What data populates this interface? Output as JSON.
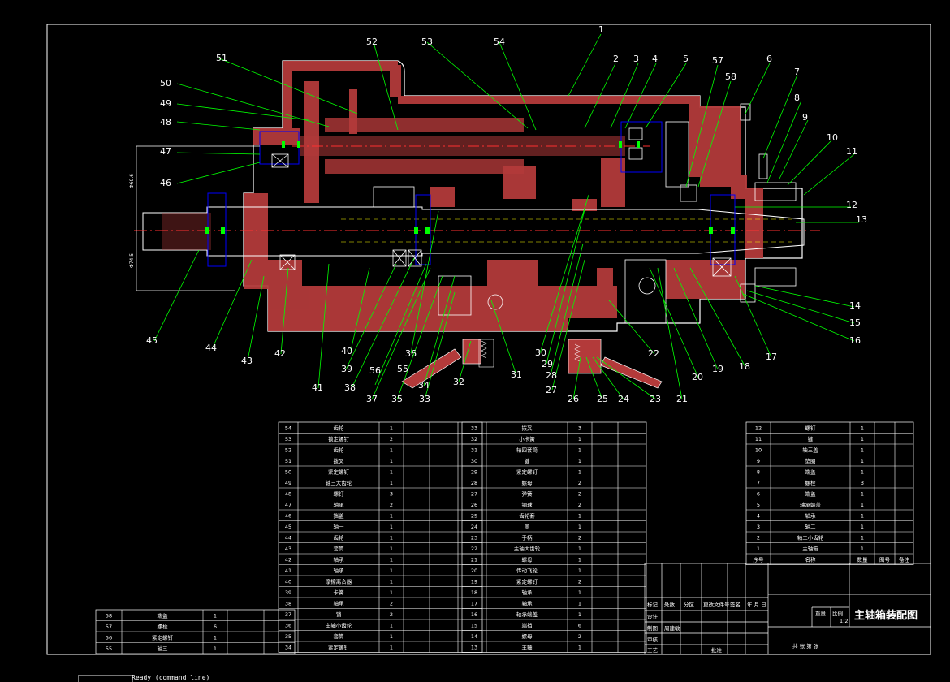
{
  "title": "主轴箱装配图",
  "scale": "1:2",
  "dims": {
    "upper": "Φ60.6",
    "lower": "Φ74.5"
  },
  "colors": {
    "section": "#b33a3a",
    "outline": "#ffffff",
    "leader": "#00ff00",
    "blue": "#0000ff",
    "center": "#ff3030",
    "yellow": "#ffff00"
  },
  "callouts": [
    "1",
    "2",
    "3",
    "4",
    "5",
    "6",
    "7",
    "8",
    "9",
    "10",
    "11",
    "12",
    "13",
    "14",
    "15",
    "16",
    "17",
    "18",
    "19",
    "20",
    "21",
    "22",
    "23",
    "24",
    "25",
    "26",
    "27",
    "28",
    "29",
    "30",
    "31",
    "32",
    "33",
    "34",
    "35",
    "36",
    "37",
    "38",
    "39",
    "40",
    "41",
    "42",
    "43",
    "44",
    "45",
    "46",
    "47",
    "48",
    "49",
    "50",
    "51",
    "52",
    "53",
    "54",
    "55",
    "56",
    "57",
    "58"
  ],
  "bom_left": [
    [
      "54",
      "齿轮",
      "1"
    ],
    [
      "53",
      "锁定螺钉",
      "2"
    ],
    [
      "52",
      "齿轮",
      "1"
    ],
    [
      "51",
      "拨叉",
      "1"
    ],
    [
      "50",
      "紧定螺钉",
      "1"
    ],
    [
      "49",
      "轴三大齿轮",
      "1"
    ],
    [
      "48",
      "螺钉",
      "3"
    ],
    [
      "47",
      "轴承",
      "2"
    ],
    [
      "46",
      "挡盖",
      "1"
    ],
    [
      "45",
      "轴一",
      "1"
    ],
    [
      "44",
      "齿轮",
      "1"
    ],
    [
      "43",
      "套筒",
      "1"
    ],
    [
      "42",
      "轴承",
      "1"
    ],
    [
      "41",
      "轴承",
      "1"
    ],
    [
      "40",
      "摩擦离合器",
      "1"
    ],
    [
      "39",
      "卡簧",
      "1"
    ],
    [
      "38",
      "轴承",
      "2"
    ],
    [
      "37",
      "销",
      "2"
    ],
    [
      "36",
      "主轴小齿轮",
      "1"
    ],
    [
      "35",
      "套筒",
      "1"
    ],
    [
      "34",
      "紧定螺钉",
      "1"
    ]
  ],
  "bom_mid": [
    [
      "33",
      "拨叉",
      "3"
    ],
    [
      "32",
      "小卡簧",
      "1"
    ],
    [
      "31",
      "轴四套筒",
      "1"
    ],
    [
      "30",
      "键",
      "1"
    ],
    [
      "29",
      "紧定螺钉",
      "1"
    ],
    [
      "28",
      "螺母",
      "2"
    ],
    [
      "27",
      "弹簧",
      "2"
    ],
    [
      "26",
      "钢球",
      "2"
    ],
    [
      "25",
      "齿轮套",
      "1"
    ],
    [
      "24",
      "盖",
      "1"
    ],
    [
      "23",
      "手柄",
      "2"
    ],
    [
      "22",
      "主轴大齿轮",
      "1"
    ],
    [
      "21",
      "螺母",
      "1"
    ],
    [
      "20",
      "传动飞轮",
      "1"
    ],
    [
      "19",
      "紧定螺钉",
      "2"
    ],
    [
      "18",
      "轴承",
      "1"
    ],
    [
      "17",
      "轴承",
      "1"
    ],
    [
      "16",
      "轴承端盖",
      "1"
    ],
    [
      "15",
      "端挡",
      "6"
    ],
    [
      "14",
      "螺母",
      "2"
    ],
    [
      "13",
      "主轴",
      "1"
    ]
  ],
  "bom_right": [
    [
      "12",
      "螺钉",
      "1"
    ],
    [
      "11",
      "键",
      "1"
    ],
    [
      "10",
      "轴三盖",
      "1"
    ],
    [
      "9",
      "垫圈",
      "1"
    ],
    [
      "8",
      "端盖",
      "1"
    ],
    [
      "7",
      "螺栓",
      "3"
    ],
    [
      "6",
      "端盖",
      "1"
    ],
    [
      "5",
      "轴承端盖",
      "1"
    ],
    [
      "4",
      "轴承",
      "1"
    ],
    [
      "3",
      "轴二",
      "1"
    ],
    [
      "2",
      "轴二小齿轮",
      "1"
    ],
    [
      "1",
      "主轴箱",
      "1"
    ]
  ],
  "bom_right_header": [
    "序号",
    "名称",
    "数量",
    "图号",
    "备注"
  ],
  "bom_small": [
    [
      "58",
      "端盖",
      "1"
    ],
    [
      "57",
      "螺栓",
      "6"
    ],
    [
      "56",
      "紧定螺钉",
      "1"
    ],
    [
      "55",
      "轴三",
      "1"
    ]
  ],
  "title_block": {
    "row1": [
      "标记",
      "处数",
      "分区",
      "更改文件号",
      "签名",
      "年 月 日"
    ],
    "design": "设计",
    "draw": "制图",
    "drawer": "周建敏",
    "check": "审核",
    "process": "工艺",
    "approve": "批准",
    "weight": "重量",
    "ratio": "比例",
    "sheets": "共 张 第 张"
  },
  "command_line": "Ready (command line)"
}
